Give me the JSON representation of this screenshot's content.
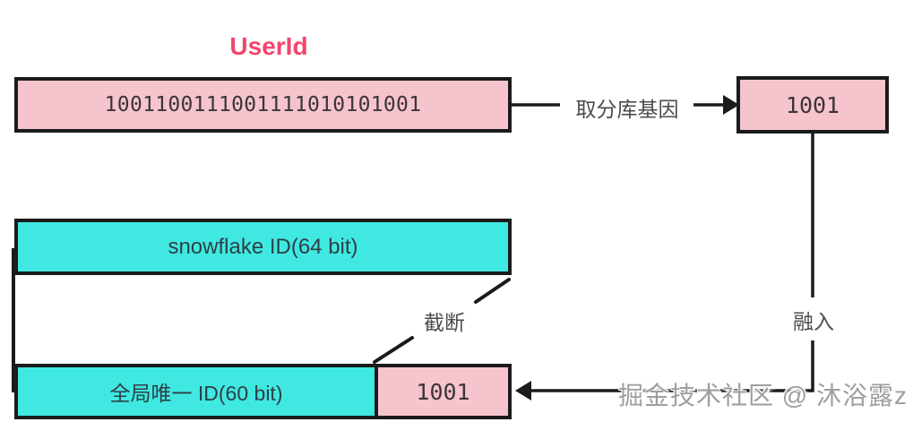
{
  "title": {
    "text": "UserId"
  },
  "boxes": {
    "userid": {
      "value": "1001100111001111010101001"
    },
    "gene": {
      "value": "1001"
    },
    "snowflake": {
      "label": "snowflake ID(64 bit)"
    },
    "global_id": {
      "label": "全局唯一 ID(60 bit)",
      "gene": "1001"
    }
  },
  "labels": {
    "extract_gene": "取分库基因",
    "truncate": "截断",
    "merge": "融入"
  },
  "watermark": "掘金技术社区 @ 沐浴露z",
  "colors": {
    "pink_fill": "#f5c4cc",
    "cyan_fill": "#40e8e2",
    "border_black": "#1b1b1b",
    "title_pink": "#f4456d",
    "label_gray": "#4c4c4c",
    "box_text_dark": "#2e4045",
    "mono_text_dark": "#3c3539",
    "watermark_gray": "#9e9e9e",
    "background": "#ffffff"
  }
}
